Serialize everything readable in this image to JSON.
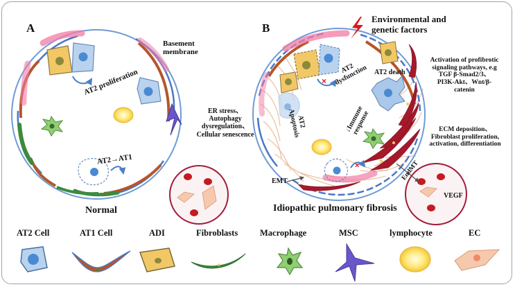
{
  "panels": {
    "a": "A",
    "b": "B"
  },
  "normal": {
    "title": "Normal",
    "basement_membrane": "Basement membrane",
    "at2_proliferation": "AT2 proliferation",
    "at2_to_at1": "AT2→AT1",
    "stress_lines": [
      "ER stress、",
      "Autophagy",
      "dysregulation、",
      "Cellular senescence"
    ]
  },
  "ipf": {
    "title": "Idiopathic pulmonary fibrosis",
    "environmental": [
      "Environmental and",
      "genetic factors"
    ],
    "at2_dysfunction": [
      "AT2",
      "dysfunction"
    ],
    "at2_death": "AT2 death",
    "at2_apoptosis": [
      "AT2",
      "Apoptosis"
    ],
    "immune_response": [
      "↓Immune",
      "response"
    ],
    "pathways": [
      "Activation of profibrotic",
      "signaling pathways, e.g",
      "TGF β-Smad2/3、",
      "PI3K-Akt、Wnt/β-",
      "catenin"
    ],
    "ecm": [
      "ECM deposition、",
      "Fibroblast proliferation,",
      "activation, differentiation"
    ],
    "emt": "EMT",
    "endmt": "EndMT",
    "vegf": "VEGF"
  },
  "legend": [
    {
      "label": "AT2 Cell",
      "icon": "at2-cell-icon"
    },
    {
      "label": "AT1 Cell",
      "icon": "at1-cell-icon"
    },
    {
      "label": "ADI",
      "icon": "adi-cell-icon"
    },
    {
      "label": "Fibroblasts",
      "icon": "fibroblast-icon"
    },
    {
      "label": "Macrophage",
      "icon": "macrophage-icon"
    },
    {
      "label": "MSC",
      "icon": "msc-icon"
    },
    {
      "label": "lymphocyte",
      "icon": "lymphocyte-icon"
    },
    {
      "label": "EC",
      "icon": "ec-icon"
    }
  ],
  "colors": {
    "alveolus_outline": "#5b8fd0",
    "basement_blue": "#4a77c4",
    "at1_brown": "#b5562a",
    "at2_blue": "#a9c8ea",
    "adi_yellow": "#f2c866",
    "fibroblast_green": "#3c8a3e",
    "macrophage_green": "#8fce72",
    "msc_purple": "#6a55c9",
    "ec_peach": "#f6c9ad",
    "injury_pink": "#f28ab0",
    "ecm_red": "#a5192a",
    "collagen_tan": "#e8b58c",
    "lightning_red": "#d8191c"
  }
}
